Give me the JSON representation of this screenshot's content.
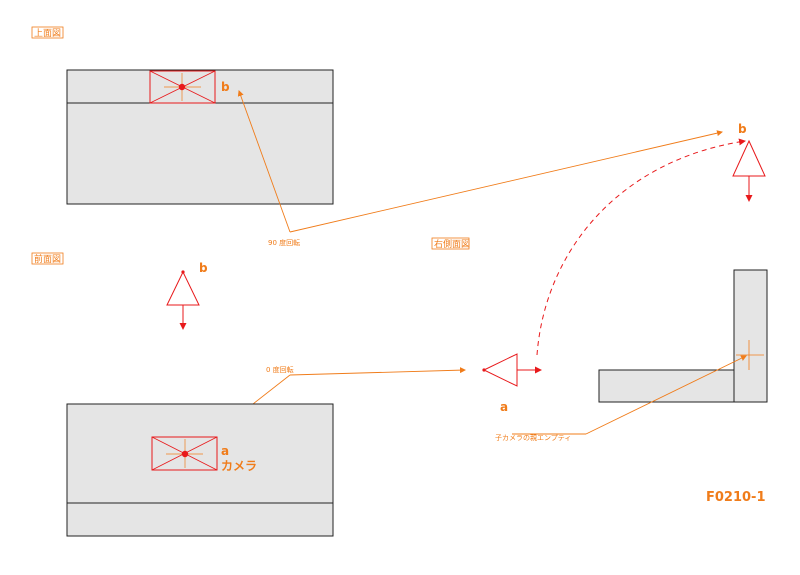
{
  "views": {
    "top": "上面図",
    "front": "前面図",
    "right": "右側面図"
  },
  "labels": {
    "a": "a",
    "b": "b",
    "camera": "カメラ",
    "rotate90": "90 度回転",
    "rotate0": "0 度回転",
    "parent_empty": "子カメラの親エンプティ"
  },
  "figure_id": "F0210-1",
  "colors": {
    "accent": "#f07c1a",
    "red": "#e8191b",
    "panel": "#e5e5e5",
    "outline": "#222222"
  }
}
